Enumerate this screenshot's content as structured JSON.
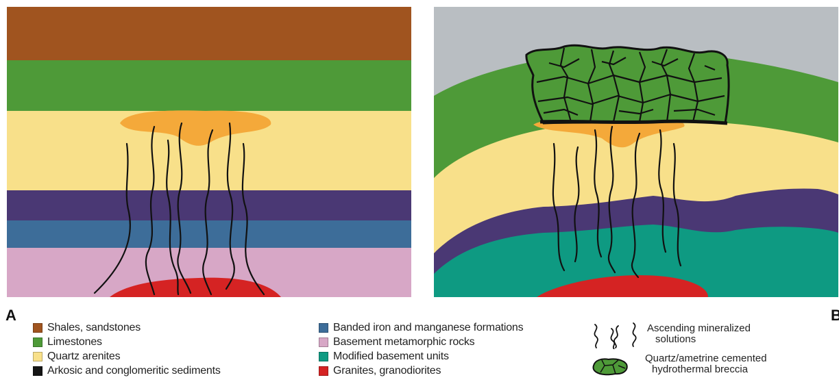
{
  "panels": [
    {
      "letter": "A"
    },
    {
      "letter": "B"
    }
  ],
  "legend": {
    "column1": [
      {
        "label": "Shales, sandstones",
        "color": "#a0541f"
      },
      {
        "label": "Limestones",
        "color": "#4e9a38"
      },
      {
        "label": "Quartz arenites",
        "color": "#f8e08a"
      },
      {
        "label": "Arkosic and conglomeritic sediments",
        "color": "#151515"
      }
    ],
    "column2": [
      {
        "label": "Banded iron and manganese formations",
        "color": "#3d6d99"
      },
      {
        "label": "Basement metamorphic rocks",
        "color": "#d7a7c6"
      },
      {
        "label": "Modified basement units",
        "color": "#0e9a82"
      },
      {
        "label": "Granites, granodiorites",
        "color": "#d52323"
      }
    ],
    "symbols": [
      {
        "icon": "vein-lines-icon",
        "line1": "Ascending mineralized",
        "line2": "solutions"
      },
      {
        "icon": "breccia-fragment-icon",
        "line1": "Quartz/ametrine cemented",
        "line2": "hydrothermal breccia"
      }
    ]
  },
  "colors": {
    "shale": "#a0541f",
    "limestone": "#4e9a38",
    "quartz_arenite": "#f8e08a",
    "lens": "#f4a93a",
    "dark_band": "#4a3874",
    "iron_band": "#3d6d99",
    "basement": "#d7a7c6",
    "modified_basement": "#0e9a82",
    "granite": "#d52323",
    "upper_gray": "#b9bec2",
    "vein": "#111111"
  }
}
